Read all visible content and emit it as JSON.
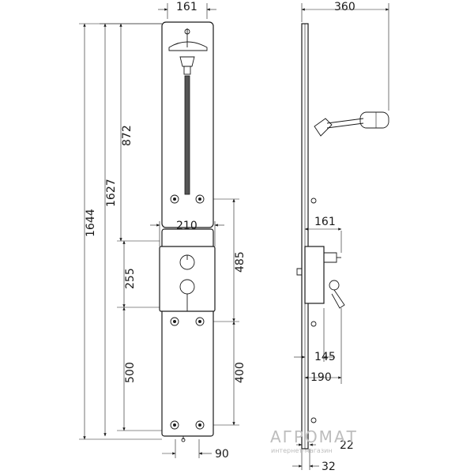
{
  "front_view": {
    "dims": {
      "width_top": "161",
      "height_total": "1644",
      "height_to_top": "1627",
      "rail_length": "872",
      "mixer_width": "210",
      "mixer_height": "255",
      "mixer_to_jets": "485",
      "lower_panel": "500",
      "jets_spacing": "400",
      "bottom_offset": "90"
    }
  },
  "side_view": {
    "dims": {
      "head_reach": "360",
      "mixer_depth": "161",
      "depth_145": "145",
      "depth_190": "190",
      "small_22": "22",
      "base_32": "32"
    }
  },
  "watermark": {
    "brand": "АГРОМАТ",
    "tagline": "интернет-магазин"
  }
}
